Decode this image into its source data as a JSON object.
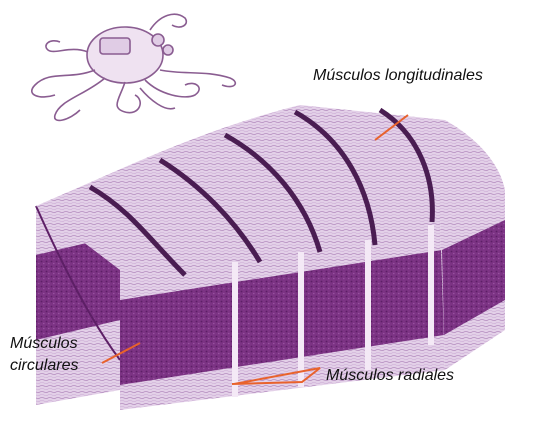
{
  "labels": {
    "longitudinal": "Músculos longitudinales",
    "circular_line1": "Músculos",
    "circular_line2": "circulares",
    "radial": "Músculos radiales"
  },
  "colors": {
    "leader_line": "#e8622c",
    "muscle_dark": "#7a2f80",
    "muscle_light": "#d9bfe0",
    "band": "#4a1d52"
  }
}
